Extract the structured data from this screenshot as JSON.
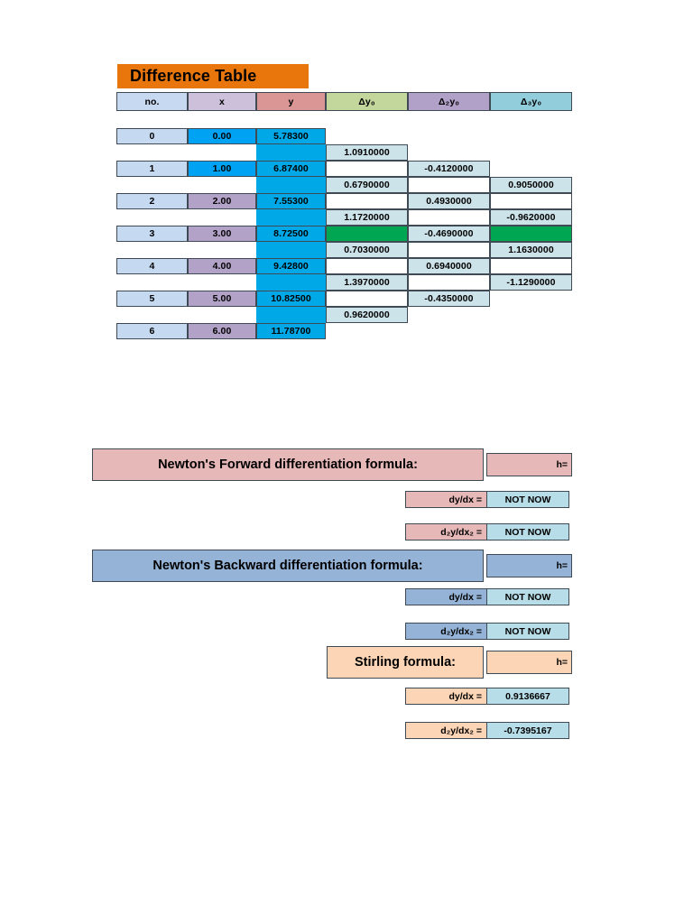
{
  "title": "Difference Table",
  "table": {
    "headers": [
      {
        "label": "no.",
        "sub": ""
      },
      {
        "label": "x",
        "sub": ""
      },
      {
        "label": "y",
        "sub": ""
      },
      {
        "label": "Δy",
        "sub": "0"
      },
      {
        "label": "Δ",
        "sub2": "2",
        "mid": "y",
        "sub": "0"
      },
      {
        "label": "Δ",
        "sub2": "3",
        "mid": "y",
        "sub": "0"
      }
    ],
    "header_labels": [
      "no.",
      "x",
      "y",
      "Δy₀",
      "Δ₂y₀",
      "Δ₃y₀"
    ],
    "rows": [
      {
        "no": "0",
        "x": "0.00",
        "y": "5.78300"
      },
      {
        "no": "1",
        "x": "1.00",
        "y": "6.87400"
      },
      {
        "no": "2",
        "x": "2.00",
        "y": "7.55300"
      },
      {
        "no": "3",
        "x": "3.00",
        "y": "8.72500"
      },
      {
        "no": "4",
        "x": "4.00",
        "y": "9.42800"
      },
      {
        "no": "5",
        "x": "5.00",
        "y": "10.82500"
      },
      {
        "no": "6",
        "x": "6.00",
        "y": "11.78700"
      }
    ],
    "delta1": [
      "1.0910000",
      "0.6790000",
      "1.1720000",
      "0.7030000",
      "1.3970000",
      "0.9620000"
    ],
    "delta2": [
      "-0.4120000",
      "0.4930000",
      "-0.4690000",
      "0.6940000",
      "-0.4350000"
    ],
    "delta3": [
      "0.9050000",
      "-0.9620000",
      "1.1630000",
      "-1.1290000"
    ]
  },
  "sections": [
    {
      "id": "forward",
      "title": "Newton's Forward differentiation formula:",
      "h_label": "h=",
      "h_value": "",
      "first_label": "dy/dx =",
      "first_value": "NOT NOW",
      "second_label_main": "d",
      "second_label": "d₂y/dx₂ =",
      "second_value": "NOT NOW"
    },
    {
      "id": "backward",
      "title": "Newton's Backward differentiation formula:",
      "h_label": "h=",
      "h_value": "",
      "first_label": "dy/dx =",
      "first_value": "NOT NOW",
      "second_label": "d₂y/dx₂ =",
      "second_value": "NOT NOW"
    },
    {
      "id": "stirling",
      "title": "Stirling formula:",
      "h_label": "h=",
      "h_value": "",
      "first_label": "dy/dx =",
      "first_value": "0.9136667",
      "second_label": "d₂y/dx₂ =",
      "second_value": "-0.7395167"
    }
  ],
  "colors": {
    "title_banner": "#E8760C",
    "header_no": "#C6D9F0",
    "header_x": "#CCC0DA",
    "header_y": "#D99694",
    "header_d1": "#C3D69B",
    "header_d2": "#B1A0C7",
    "header_d3": "#92CDDC",
    "body_y": "#00A8E8",
    "body_highlight_x": "#00A2F3",
    "body_diff": "#CDE3EA",
    "highlight_green": "#00A651",
    "forward_pink": "#E6B8B7",
    "backward_blue": "#95B3D7",
    "stirling_peach": "#FBD5B5",
    "result_value": "#B7DDE8"
  }
}
